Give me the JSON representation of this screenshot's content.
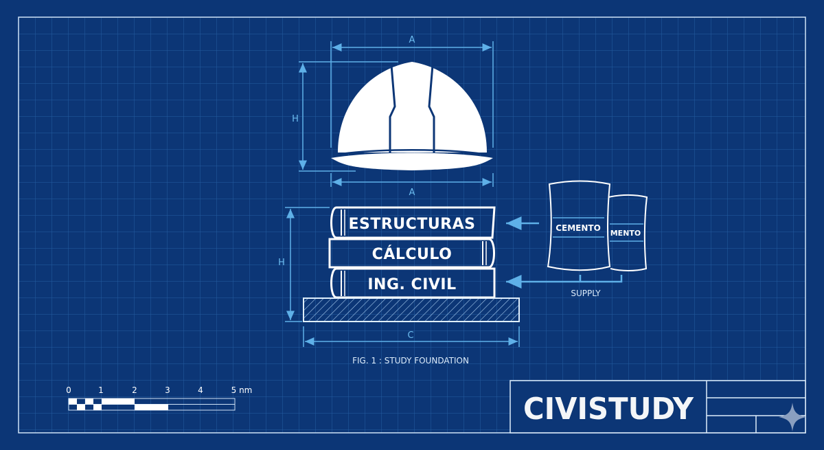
{
  "helmet": {
    "width_label_top": "A",
    "width_label_bottom": "A",
    "height_label": "H"
  },
  "books": [
    {
      "title": "ESTRUCTURAS"
    },
    {
      "title": "CÁLCULO"
    },
    {
      "title": "ING. CIVIL"
    }
  ],
  "stack": {
    "height_label": "H",
    "base_label": "C"
  },
  "bags": [
    {
      "label": "CEMENTO"
    },
    {
      "label": "MENTO"
    }
  ],
  "supply_label": "SUPPLY",
  "caption": "FIG. 1 : STUDY FOUNDATION",
  "scale_bar": {
    "ticks": [
      "0",
      "1",
      "2",
      "3",
      "4",
      "5 nm"
    ]
  },
  "title_block": {
    "brand": "CIVISTUDY"
  },
  "colors": {
    "background": "#0c3676",
    "grid": "#2a67ad",
    "line": "#ffffff",
    "dimension": "#5eb0e8"
  }
}
